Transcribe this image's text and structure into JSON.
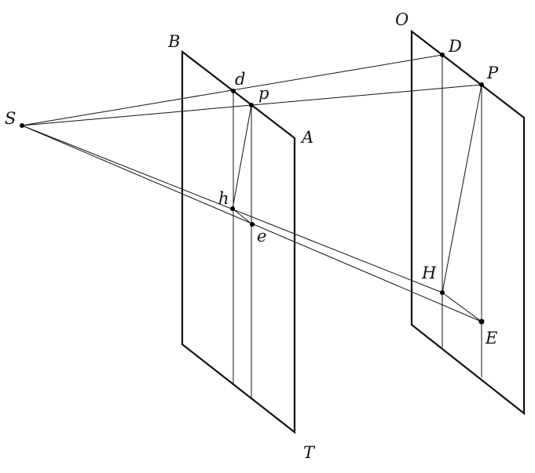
{
  "labels": {
    "S": "S",
    "B": "B",
    "A": "A",
    "T": "T",
    "d": "d",
    "p": "p",
    "h": "h",
    "e": "e",
    "O": "O",
    "D": "D",
    "P": "P",
    "H": "H",
    "E": "E"
  }
}
